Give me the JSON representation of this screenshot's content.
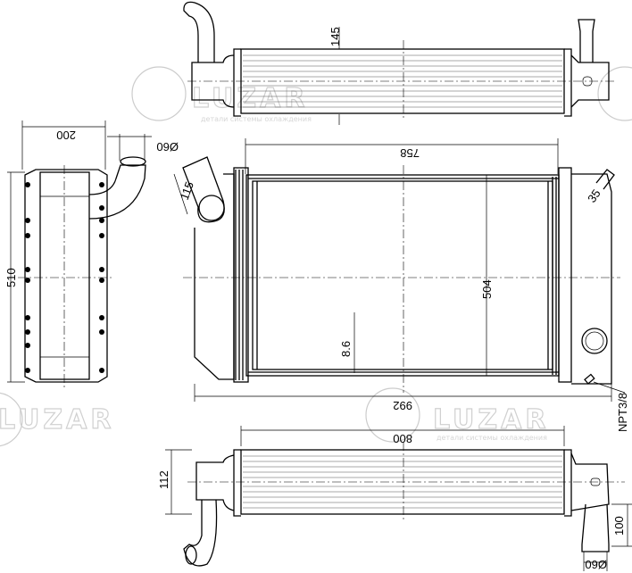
{
  "drawing": {
    "dimensions": {
      "top_core_height": "145",
      "side_depth": "200",
      "side_pipe_dia": "Ø60",
      "core_width": "758",
      "inlet_length": "115",
      "outlet_length": "35",
      "total_height": "510",
      "core_height": "504",
      "fin_pitch": "8.6",
      "total_width": "992",
      "drain_thread": "NPT3/8",
      "bottom_core_width": "800",
      "bottom_core_height": "112",
      "outlet_pipe_height": "100",
      "bottom_pipe_dia": "Ø60"
    },
    "watermark": {
      "brand": "LUZAR",
      "tagline": "детали системы охлаждения"
    }
  }
}
